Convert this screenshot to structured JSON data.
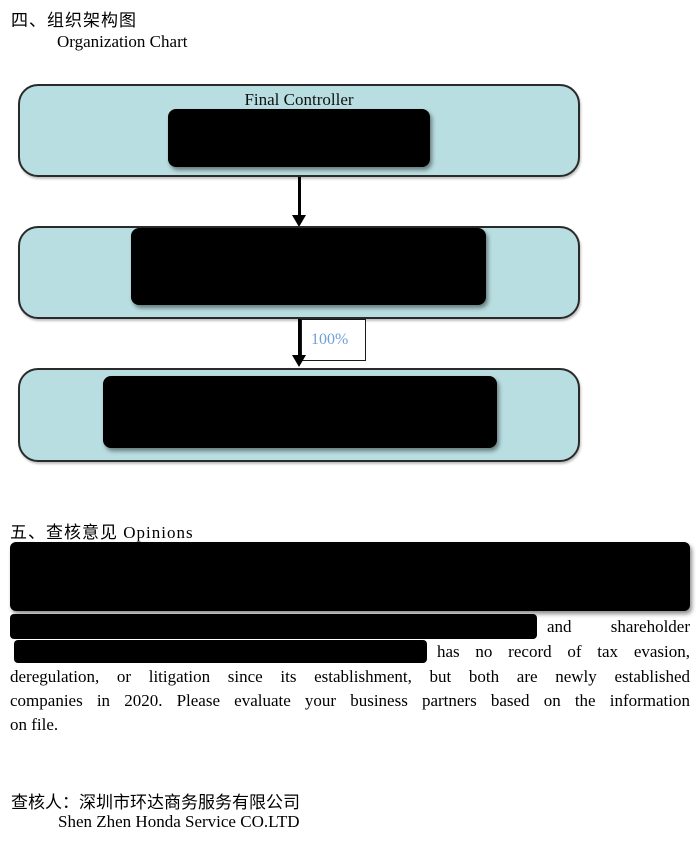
{
  "section_org": {
    "heading_zh": "四、组织架构图",
    "heading_en": "Organization Chart"
  },
  "org_chart": {
    "type": "org-tree",
    "top_node_label": "Final Controller",
    "nodes": [
      {
        "label": "Final Controller",
        "content": "redacted"
      },
      {
        "label": "",
        "content": "redacted"
      },
      {
        "label": "",
        "content": "redacted"
      }
    ],
    "edges": [
      {
        "from": 1,
        "to": 2,
        "label": ""
      },
      {
        "from": 2,
        "to": 3,
        "label": "100%"
      }
    ],
    "ownership_label": "100%"
  },
  "section_opinions": {
    "heading": "五、查核意见 Opinions",
    "line_shareholder": "and shareholder",
    "line_tax": "has no record of tax evasion,",
    "line_deregulation": "deregulation, or litigation since its establishment, but both are newly established",
    "line_companies": "companies in 2020. Please evaluate your business partners based on the information",
    "line_on_file": "on file."
  },
  "signature": {
    "label_zh": "查核人：",
    "company_zh": "深圳市环达商务服务有限公司",
    "company_en": "Shen Zhen Honda Service CO.LTD"
  },
  "colors": {
    "node_fill": "#b9dee1",
    "node_border": "#2a2a2a",
    "redaction": "#000000",
    "percent_blue": "#6f9ed8",
    "page_bg": "#ffffff"
  }
}
